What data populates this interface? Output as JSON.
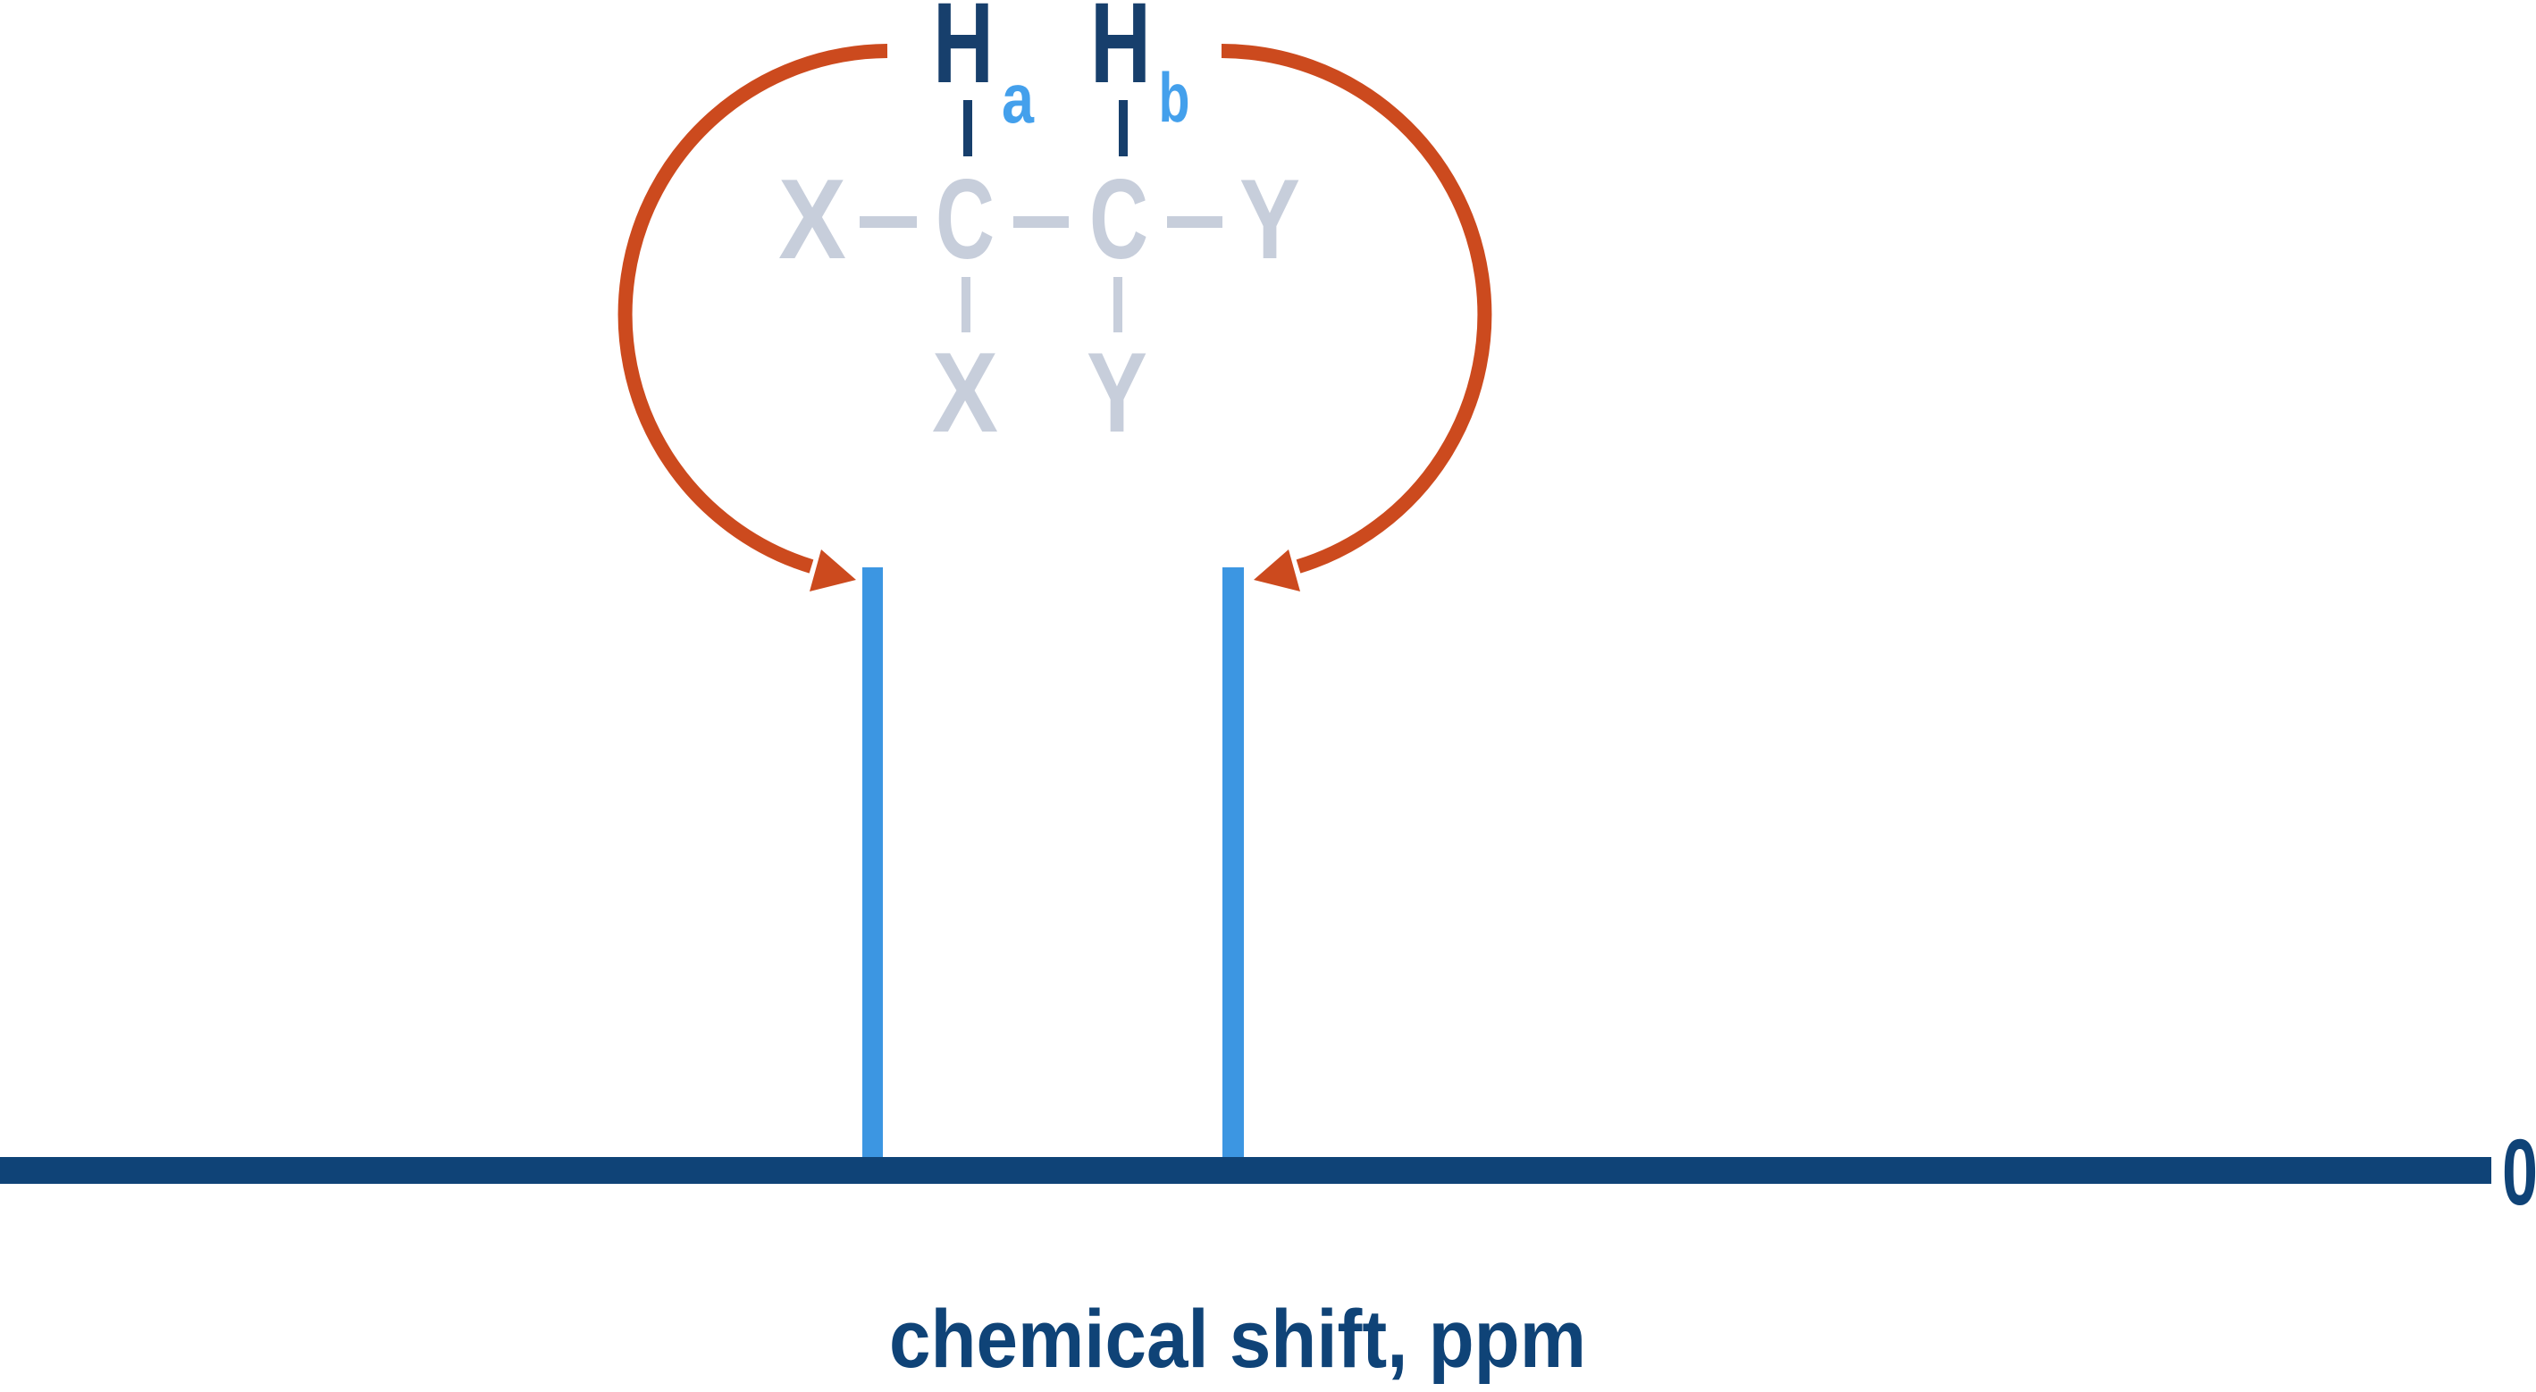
{
  "colors": {
    "background": "#ffffff",
    "molecule_navy": "#173f6c",
    "axis_navy": "#0f4377",
    "structure_gray": "#c7cedb",
    "subscript_blue": "#44a0ec",
    "peak_blue": "#3c96e2",
    "arrow_orange": "#cc4a1e"
  },
  "molecule": {
    "proton_a": {
      "symbol": "H",
      "subscript": "a"
    },
    "proton_b": {
      "symbol": "H",
      "subscript": "b"
    },
    "backbone": {
      "left_substituent": "X",
      "carbon_1": "C",
      "carbon_2": "C",
      "right_substituent": "Y"
    },
    "below": {
      "under_c1": "X",
      "under_c2": "Y"
    }
  },
  "spectrum": {
    "axis_label": "chemical shift, ppm",
    "origin_tick_label": "0"
  },
  "chart_data": {
    "type": "line",
    "subtype": "schematic-nmr-spectrum",
    "xlabel": "chemical shift, ppm",
    "x_tick_labels": [
      "0"
    ],
    "x_tick_position": "right end of axis",
    "gridlines": false,
    "series": [
      {
        "name": "Ha peak",
        "peak_x_fraction_of_axis": 0.35,
        "relative_height": 1.0
      },
      {
        "name": "Hb peak",
        "peak_x_fraction_of_axis": 0.495,
        "relative_height": 1.0
      }
    ]
  }
}
